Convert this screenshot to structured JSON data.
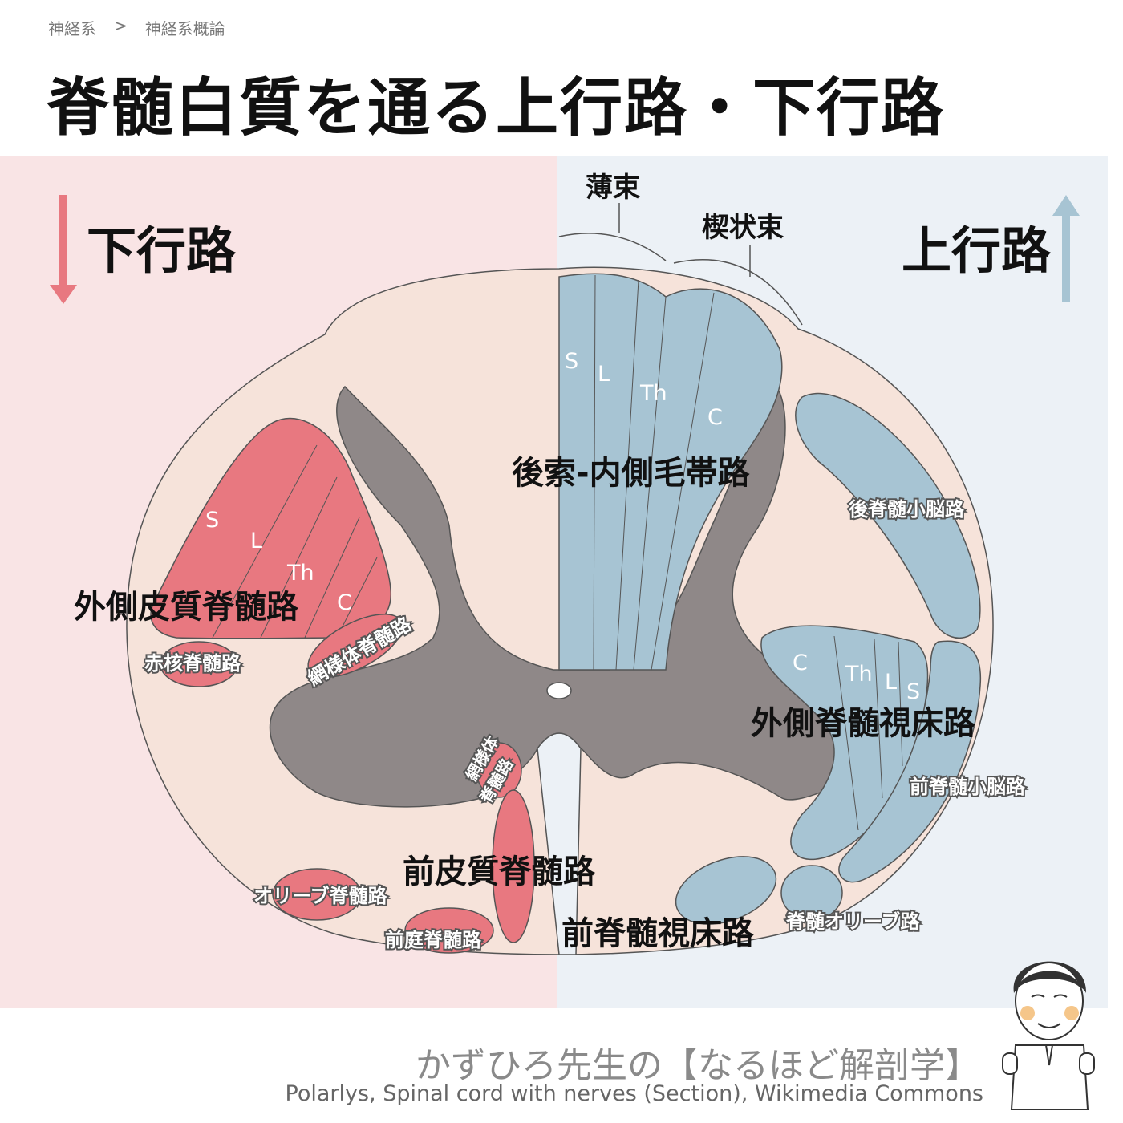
{
  "breadcrumb": {
    "parent": "神経系",
    "separator": ">",
    "current": "神経系概論"
  },
  "title": "脊髄白質を通る上行路・下行路",
  "panels": {
    "left_label": "下行路",
    "right_label": "上行路"
  },
  "colors": {
    "descending": "#e87880",
    "ascending": "#a7c4d3",
    "gray_matter": "#8f8888",
    "white_matter": "#f6e3da",
    "left_bg": "#f9e4e5",
    "right_bg": "#ecf1f6"
  },
  "descending_tracts": {
    "lateral_corticospinal": "外側皮質脊髄路",
    "rubrospinal": "赤核脊髄路",
    "reticulospinal_lateral": "網様体脊髄路",
    "reticulospinal_anterior_1": "網様体",
    "reticulospinal_anterior_2": "脊髄路",
    "anterior_corticospinal": "前皮質脊髄路",
    "olivospinal": "オリーブ脊髄路",
    "vestibulospinal": "前庭脊髄路"
  },
  "ascending_tracts": {
    "fasciculus_gracilis": "薄束",
    "fasciculus_cuneatus": "楔状束",
    "dorsal_column_lemniscal": "後索-内側毛帯路",
    "posterior_spinocerebellar": "後脊髄小脳路",
    "lateral_spinothalamic": "外側脊髄視床路",
    "anterior_spinocerebellar": "前脊髄小脳路",
    "anterior_spinothalamic": "前脊髄視床路",
    "spino_olivary": "脊髄オリーブ路"
  },
  "segments": {
    "s": "S",
    "l": "L",
    "th": "Th",
    "c": "C"
  },
  "footer": {
    "brand": "かずひろ先生の【なるほど解剖学】",
    "credit": "Polarlys, Spinal cord with nerves (Section), Wikimedia Commons"
  },
  "icons": {
    "down_arrow": "down-arrow-icon",
    "up_arrow": "up-arrow-icon",
    "mascot": "doctor-mascot"
  }
}
